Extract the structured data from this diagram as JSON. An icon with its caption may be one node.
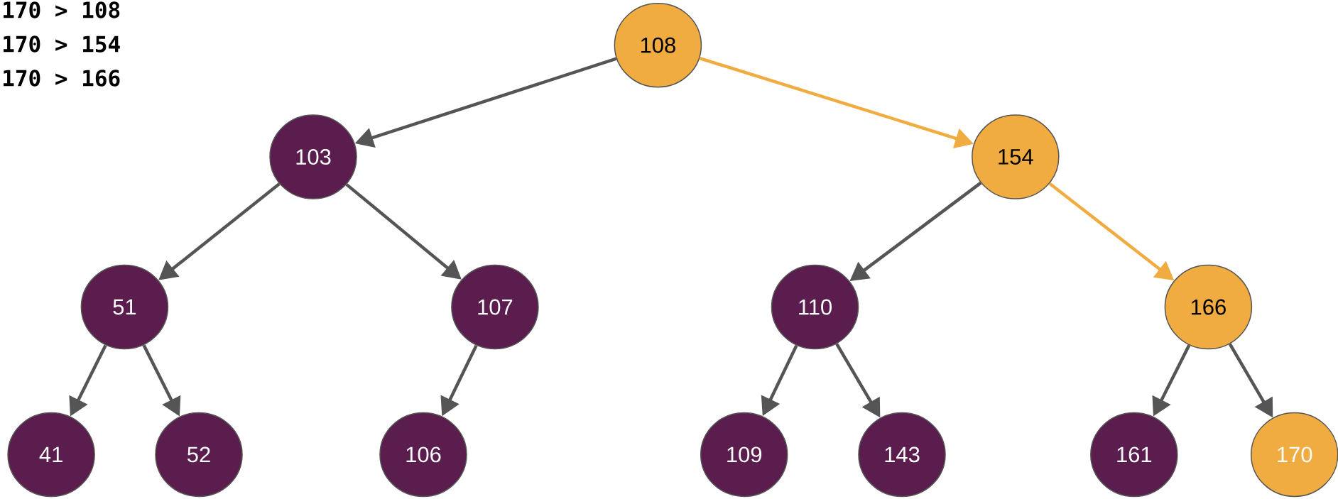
{
  "diagram": {
    "nodes": [
      {
        "text": [
          "108"
        ]
      },
      {
        "text": [
          "103"
        ]
      },
      {
        "text": [
          "154"
        ]
      },
      {
        "text": [
          "51"
        ]
      },
      {
        "text": [
          "107"
        ]
      },
      {
        "text": [
          "110"
        ]
      },
      {
        "text": [
          "166"
        ]
      },
      {
        "text": [
          "41"
        ]
      },
      {
        "text": [
          "52"
        ]
      },
      {
        "text": [
          "106"
        ]
      },
      {
        "text": [
          "109"
        ]
      },
      {
        "text": [
          "143"
        ]
      },
      {
        "text": [
          "161"
        ]
      },
      {
        "text": [
          "170"
        ]
      }
    ],
    "edges": [
      {
        "from": 0,
        "to": 1,
        "arrow": "to"
      },
      {
        "from": 0,
        "to": 2,
        "arrow": "to",
        "color": "#f0ac40"
      },
      {
        "from": 1,
        "to": 3,
        "arrow": "to"
      },
      {
        "from": 1,
        "to": 4,
        "arrow": "to"
      },
      {
        "from": 2,
        "to": 5,
        "arrow": "to"
      },
      {
        "from": 2,
        "to": 6,
        "arrow": "to",
        "color": "#f0ac40"
      },
      {
        "from": 3,
        "to": 7,
        "arrow": "to"
      },
      {
        "from": 3,
        "to": 8,
        "arrow": "to"
      },
      {
        "from": 4,
        "to": 9,
        "arrow": "to"
      },
      {
        "from": 5,
        "to": 10,
        "arrow": "to"
      },
      {
        "from": 5,
        "to": 11,
        "arrow": "to"
      },
      {
        "from": 6,
        "to": 12,
        "arrow": "to"
      },
      {
        "from": 6,
        "to": 13,
        "arrow": "to"
      }
    ],
    "labels": [
      "170 > 108",
      "170 > 154",
      "170 > 166"
    ]
  }
}
